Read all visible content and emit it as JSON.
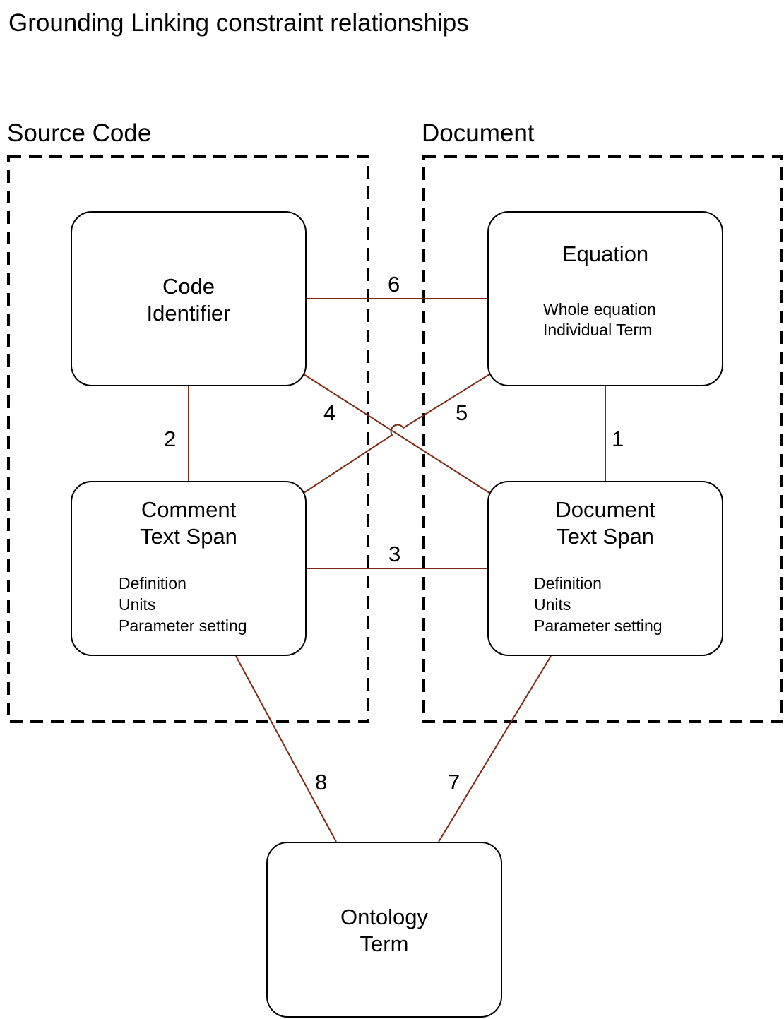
{
  "title": "Grounding Linking constraint relationships",
  "groups": {
    "source_code": "Source Code",
    "document": "Document"
  },
  "nodes": {
    "code_identifier": {
      "title_lines": [
        "Code",
        "Identifier"
      ]
    },
    "equation": {
      "title_lines": [
        "Equation"
      ],
      "details": [
        "Whole equation",
        "Individual Term"
      ]
    },
    "comment_text_span": {
      "title_lines": [
        "Comment",
        "Text Span"
      ],
      "details": [
        "Definition",
        "Units",
        "Parameter setting"
      ]
    },
    "document_text_span": {
      "title_lines": [
        "Document",
        "Text Span"
      ],
      "details": [
        "Definition",
        "Units",
        "Parameter setting"
      ]
    },
    "ontology_term": {
      "title_lines": [
        "Ontology",
        "Term"
      ]
    }
  },
  "edges": [
    {
      "label": "1",
      "from": "equation",
      "to": "document_text_span"
    },
    {
      "label": "2",
      "from": "code_identifier",
      "to": "comment_text_span"
    },
    {
      "label": "3",
      "from": "comment_text_span",
      "to": "document_text_span"
    },
    {
      "label": "4",
      "from": "code_identifier",
      "to": "document_text_span"
    },
    {
      "label": "5",
      "from": "equation",
      "to": "comment_text_span"
    },
    {
      "label": "6",
      "from": "code_identifier",
      "to": "equation"
    },
    {
      "label": "7",
      "from": "document_text_span",
      "to": "ontology_term"
    },
    {
      "label": "8",
      "from": "comment_text_span",
      "to": "ontology_term"
    }
  ],
  "colors": {
    "edge": "#7a2a14",
    "group_border": "#000000",
    "node_border": "#000000"
  }
}
